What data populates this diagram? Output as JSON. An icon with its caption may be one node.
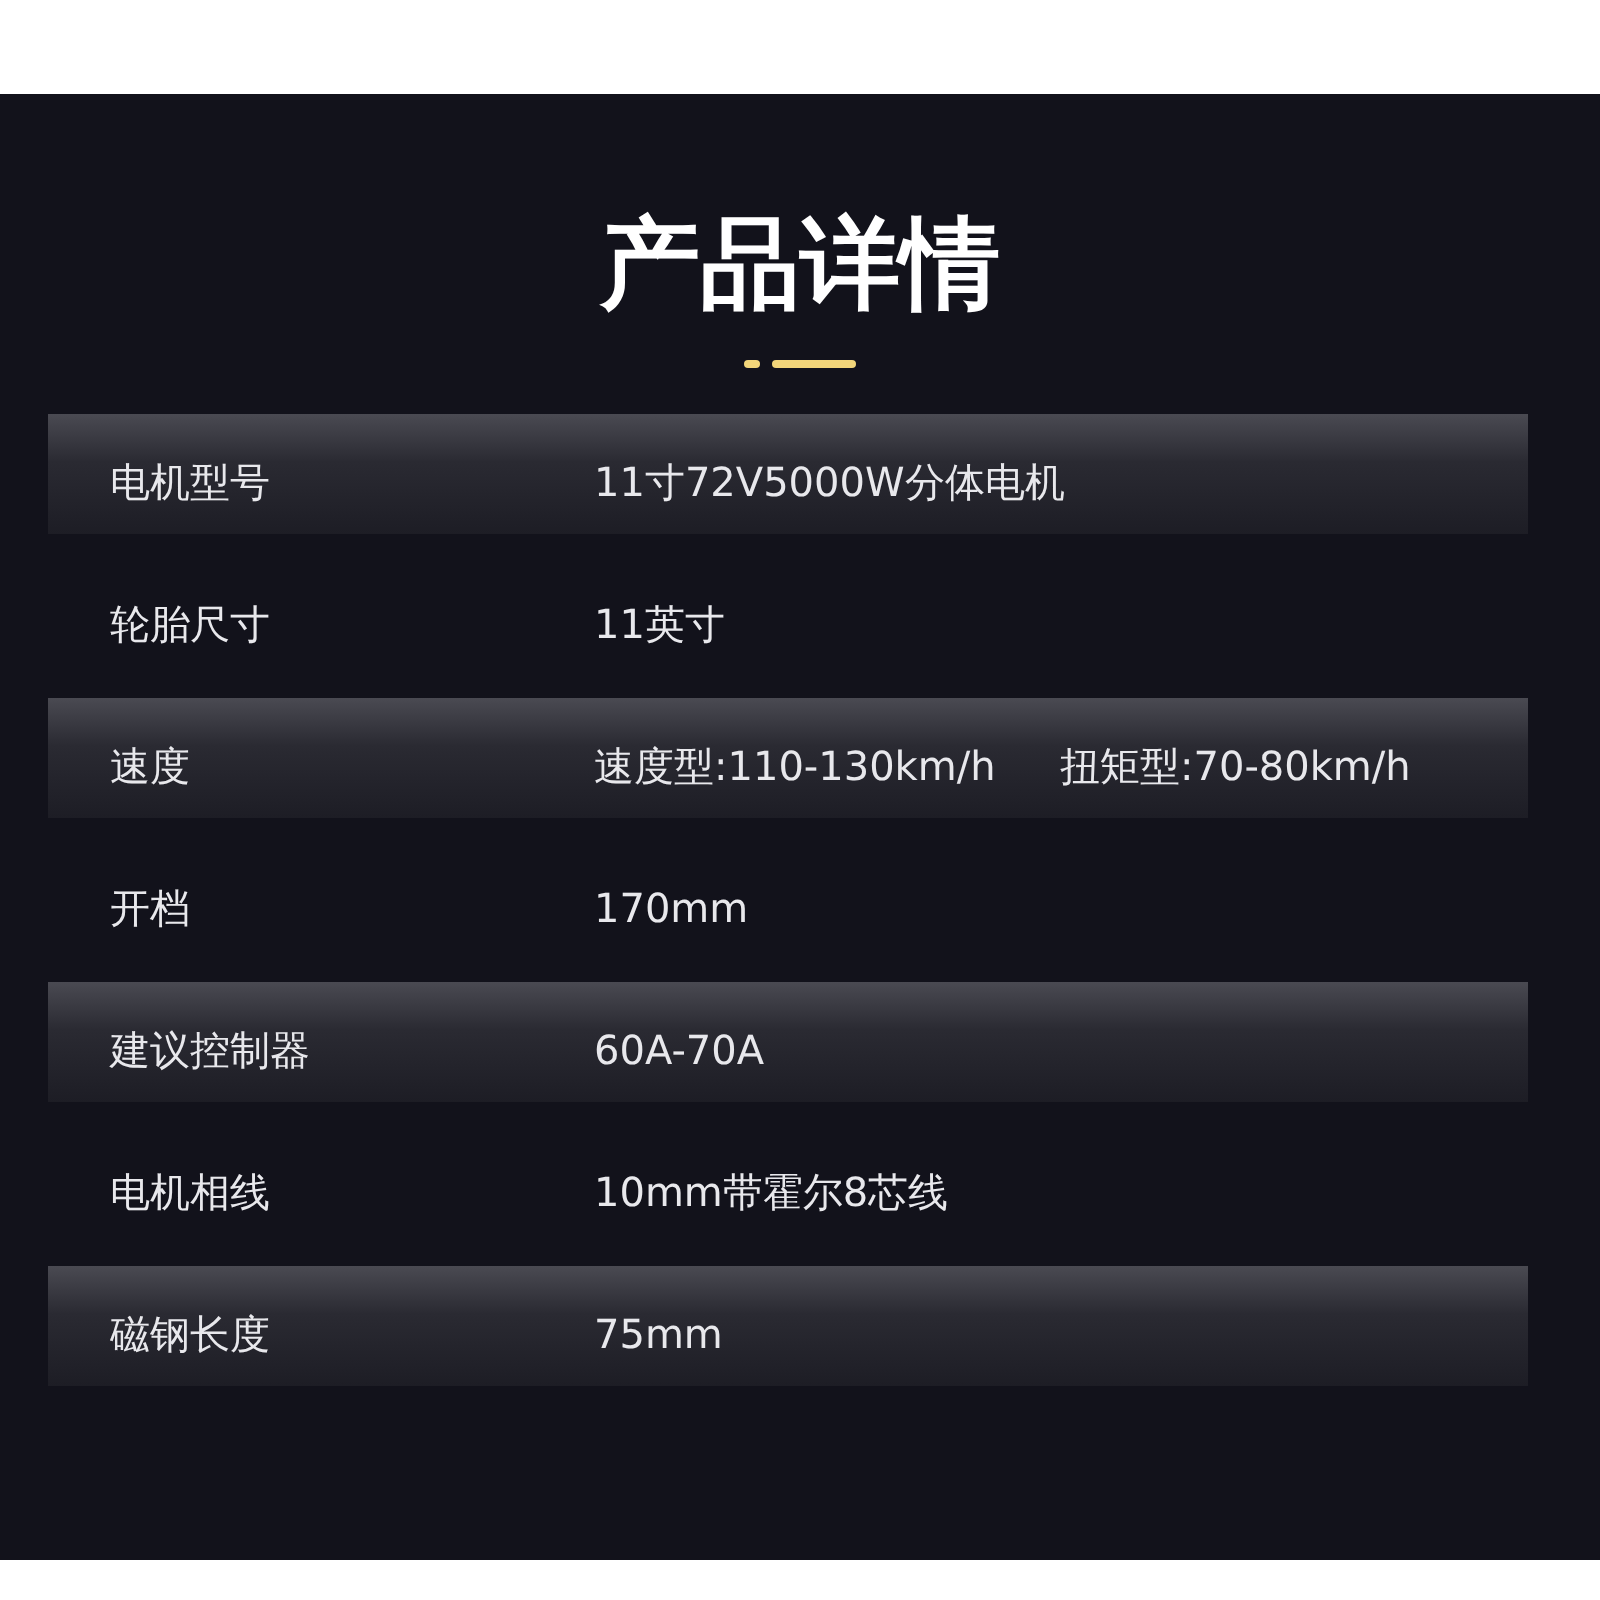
{
  "diagram": {
    "title": "产品详情",
    "labels": [
      "电机型号",
      "11寸72V5000W分体电机",
      "轮胎尺寸",
      "11英寸",
      "速度",
      "速度型:110-130km/h",
      "扭矩型:70-80km/h",
      "开档",
      "170mm",
      "建议控制器",
      "60A-70A",
      "电机相线",
      "10mm带霍尔8芯线",
      "磁钢长度",
      "75mm"
    ]
  }
}
